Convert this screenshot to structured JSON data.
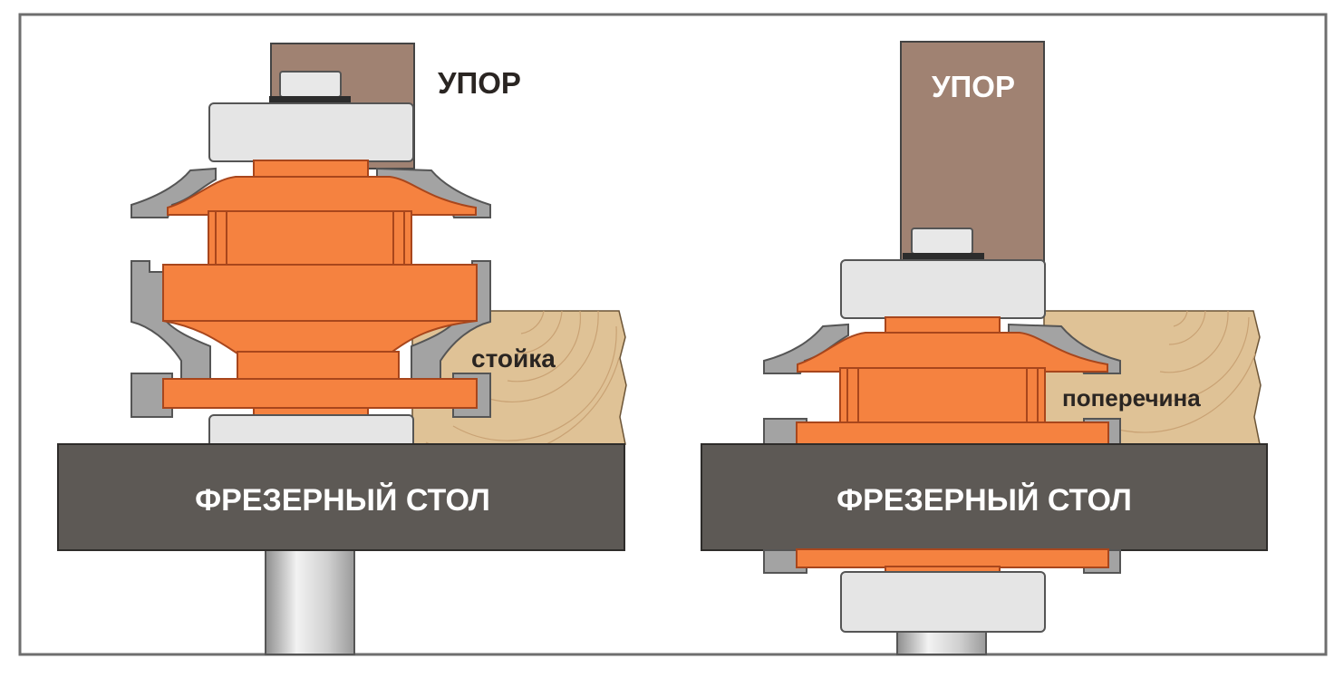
{
  "left_setup": {
    "fence_label": "УПОР",
    "workpiece_label": "стойка",
    "table_label": "ФРЕЗЕРНЫЙ СТОЛ"
  },
  "right_setup": {
    "fence_label": "УПОР",
    "workpiece_label": "поперечина",
    "table_label": "ФРЕЗЕРНЫЙ СТОЛ"
  },
  "colors": {
    "cutter": "#f58240",
    "table": "#5d5955",
    "fence": "#a08272",
    "wood": "#d8b888",
    "label_light": "#ffffff",
    "label_dark": "#2a2522"
  }
}
